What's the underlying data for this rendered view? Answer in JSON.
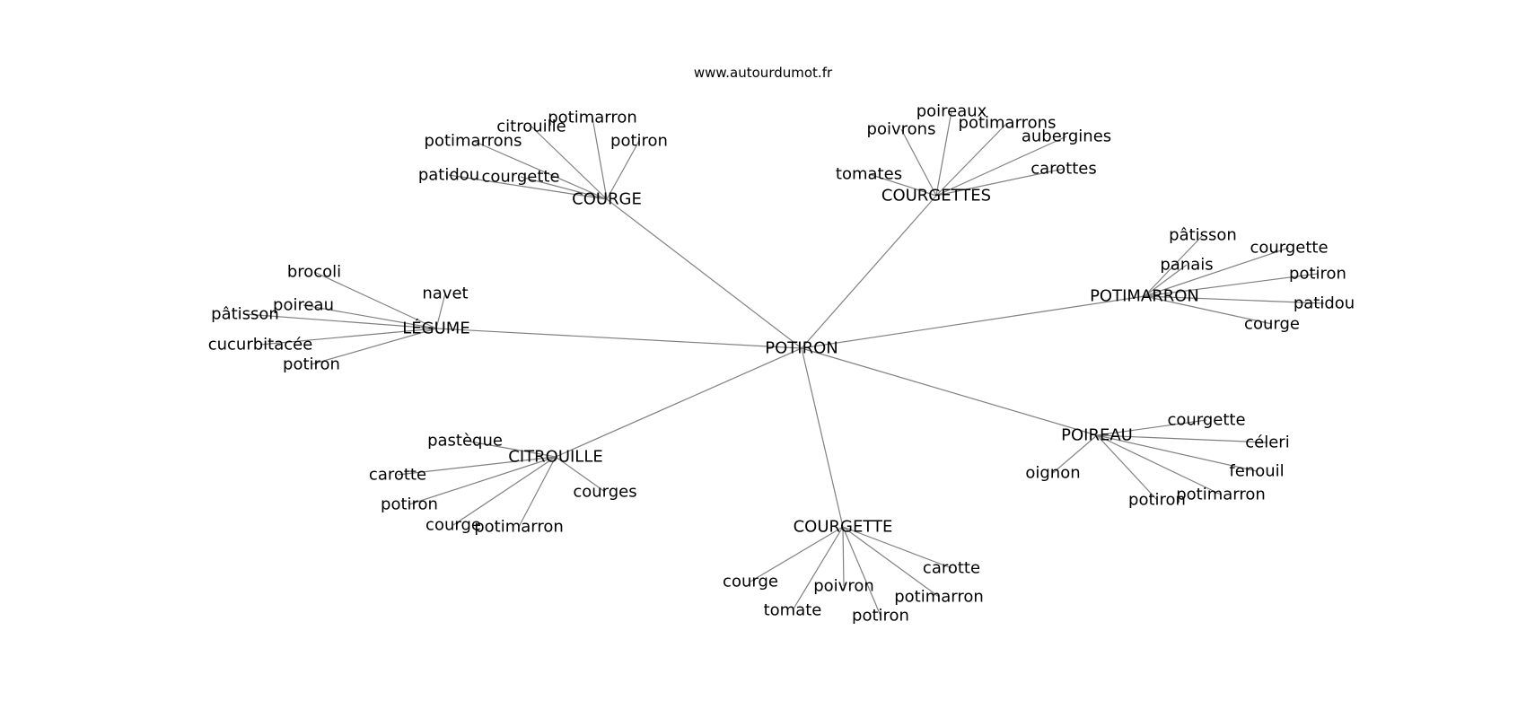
{
  "title": "www.autourdumot.fr",
  "edge_color": "#808080",
  "text_color": "#000000",
  "graph": {
    "center": "POTIRON",
    "groups": [
      {
        "hub": "COURGE",
        "words": [
          "potimarrons",
          "citrouille",
          "potimarron",
          "potiron",
          "patidou",
          "courgette"
        ]
      },
      {
        "hub": "COURGETTES",
        "words": [
          "poireaux",
          "poivrons",
          "potimarrons",
          "aubergines",
          "tomates",
          "carottes"
        ]
      },
      {
        "hub": "LÉGUME",
        "words": [
          "brocoli",
          "navet",
          "poireau",
          "pâtisson",
          "cucurbitacée",
          "potiron"
        ]
      },
      {
        "hub": "POTIMARRON",
        "words": [
          "pâtisson",
          "courgette",
          "panais",
          "potiron",
          "patidou",
          "courge"
        ]
      },
      {
        "hub": "CITROUILLE",
        "words": [
          "pastèque",
          "carotte",
          "potiron",
          "courge",
          "potimarron",
          "courges"
        ]
      },
      {
        "hub": "POIREAU",
        "words": [
          "courgette",
          "céleri",
          "fenouil",
          "oignon",
          "potimarron",
          "potiron"
        ]
      },
      {
        "hub": "COURGETTE",
        "words": [
          "carotte",
          "courge",
          "poivron",
          "potimarron",
          "tomate",
          "potiron"
        ]
      }
    ]
  }
}
